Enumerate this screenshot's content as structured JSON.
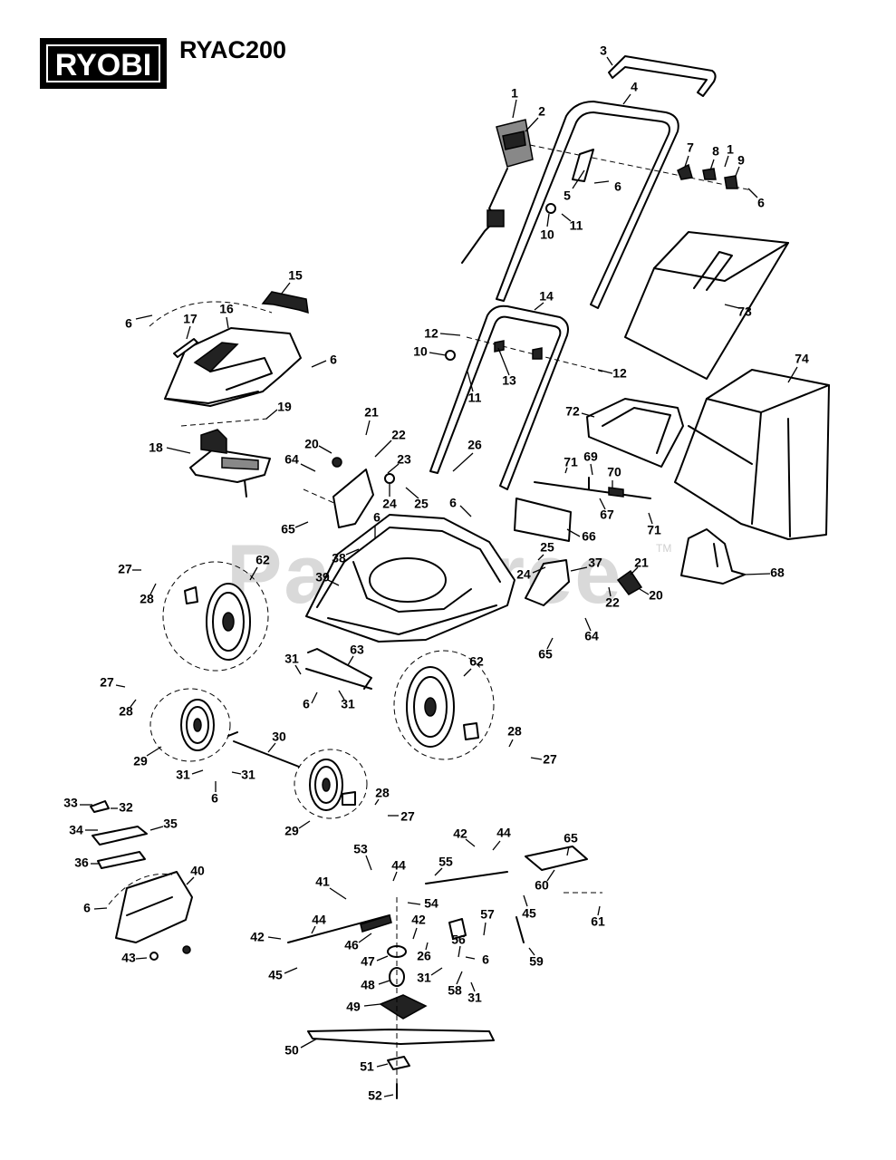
{
  "brand": {
    "logo_text": "RYOBI",
    "model": "RYAC200"
  },
  "watermark": {
    "text": "PartsTree",
    "tm": "TM"
  },
  "callouts": [
    "1",
    "2",
    "3",
    "4",
    "5",
    "6",
    "7",
    "8",
    "1",
    "9",
    "6",
    "10",
    "11",
    "6",
    "15",
    "16",
    "17",
    "6",
    "14",
    "12",
    "10",
    "13",
    "11",
    "12",
    "73",
    "74",
    "19",
    "18",
    "21",
    "22",
    "20",
    "64",
    "23",
    "24",
    "25",
    "26",
    "72",
    "71",
    "69",
    "70",
    "67",
    "6",
    "66",
    "71",
    "65",
    "38",
    "6",
    "62",
    "27",
    "28",
    "39",
    "25",
    "24",
    "37",
    "21",
    "22",
    "20",
    "68",
    "64",
    "65",
    "31",
    "63",
    "6",
    "31",
    "62",
    "27",
    "28",
    "29",
    "30",
    "28",
    "27",
    "31",
    "6",
    "31",
    "33",
    "32",
    "34",
    "35",
    "36",
    "40",
    "6",
    "43",
    "28",
    "27",
    "29",
    "42",
    "44",
    "65",
    "53",
    "44",
    "55",
    "41",
    "54",
    "60",
    "45",
    "61",
    "42",
    "44",
    "56",
    "57",
    "46",
    "42",
    "26",
    "6",
    "47",
    "31",
    "58",
    "31",
    "59",
    "45",
    "48",
    "49",
    "50",
    "51",
    "52"
  ]
}
